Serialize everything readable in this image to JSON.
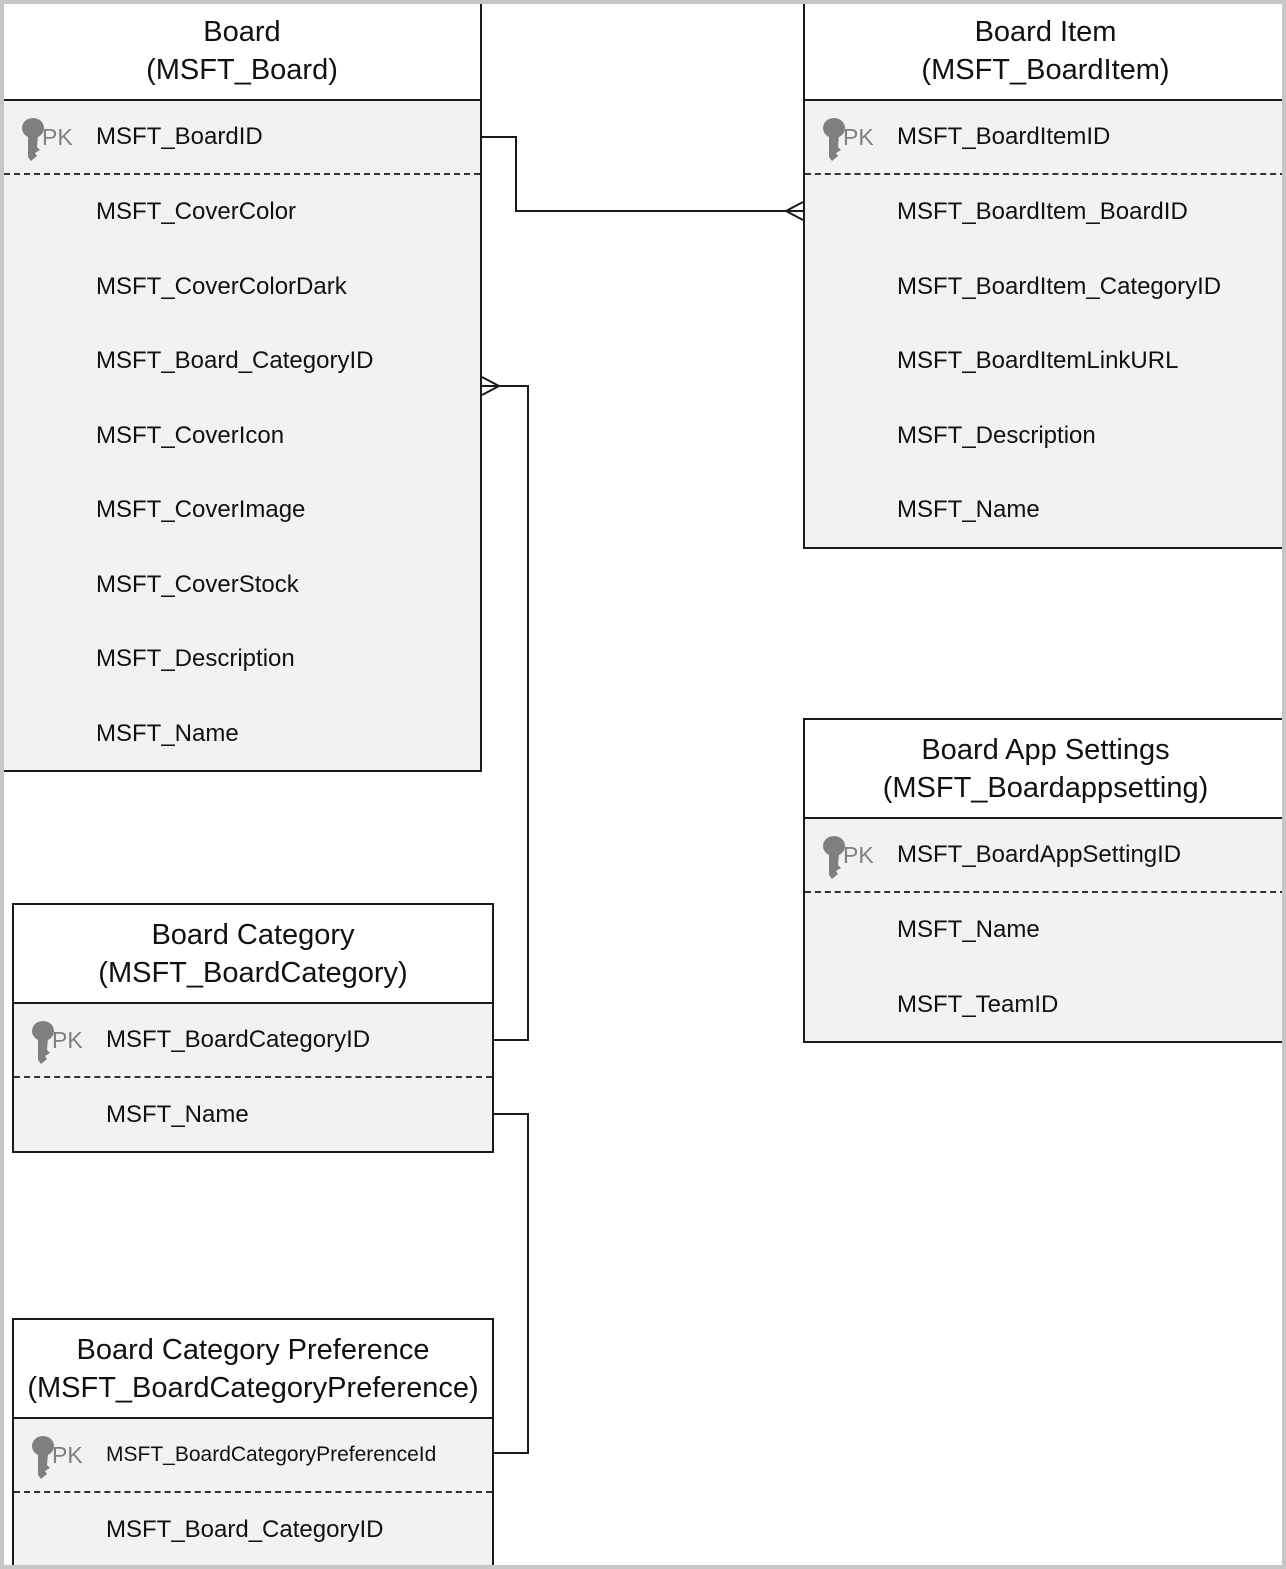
{
  "entities": {
    "board": {
      "title": "Board",
      "subtitle": "(MSFT_Board)",
      "pk_label": "PK",
      "pk": "MSFT_BoardID",
      "fields": [
        "MSFT_CoverColor",
        "MSFT_CoverColorDark",
        "MSFT_Board_CategoryID",
        "MSFT_CoverIcon",
        "MSFT_CoverImage",
        "MSFT_CoverStock",
        "MSFT_Description",
        "MSFT_Name"
      ]
    },
    "board_item": {
      "title": "Board Item",
      "subtitle": "(MSFT_BoardItem)",
      "pk_label": "PK",
      "pk": "MSFT_BoardItemID",
      "fields": [
        "MSFT_BoardItem_BoardID",
        "MSFT_BoardItem_CategoryID",
        "MSFT_BoardItemLinkURL",
        "MSFT_Description",
        "MSFT_Name"
      ]
    },
    "board_app_settings": {
      "title": "Board App Settings",
      "subtitle": "(MSFT_Boardappsetting)",
      "pk_label": "PK",
      "pk": "MSFT_BoardAppSettingID",
      "fields": [
        "MSFT_Name",
        "MSFT_TeamID"
      ]
    },
    "board_category": {
      "title": "Board Category",
      "subtitle": "(MSFT_BoardCategory)",
      "pk_label": "PK",
      "pk": "MSFT_BoardCategoryID",
      "fields": [
        "MSFT_Name"
      ]
    },
    "board_category_preference": {
      "title": "Board Category Preference",
      "subtitle": "(MSFT_BoardCategoryPreference)",
      "pk_label": "PK",
      "pk": "MSFT_BoardCategoryPreferenceId",
      "fields": [
        "MSFT_Board_CategoryID"
      ]
    }
  },
  "colors": {
    "border": "#1a1a1a",
    "body": "#f2f2f2",
    "header": "#ffffff",
    "key": "#7f7f7f"
  },
  "icons": {
    "key": "key-icon"
  }
}
